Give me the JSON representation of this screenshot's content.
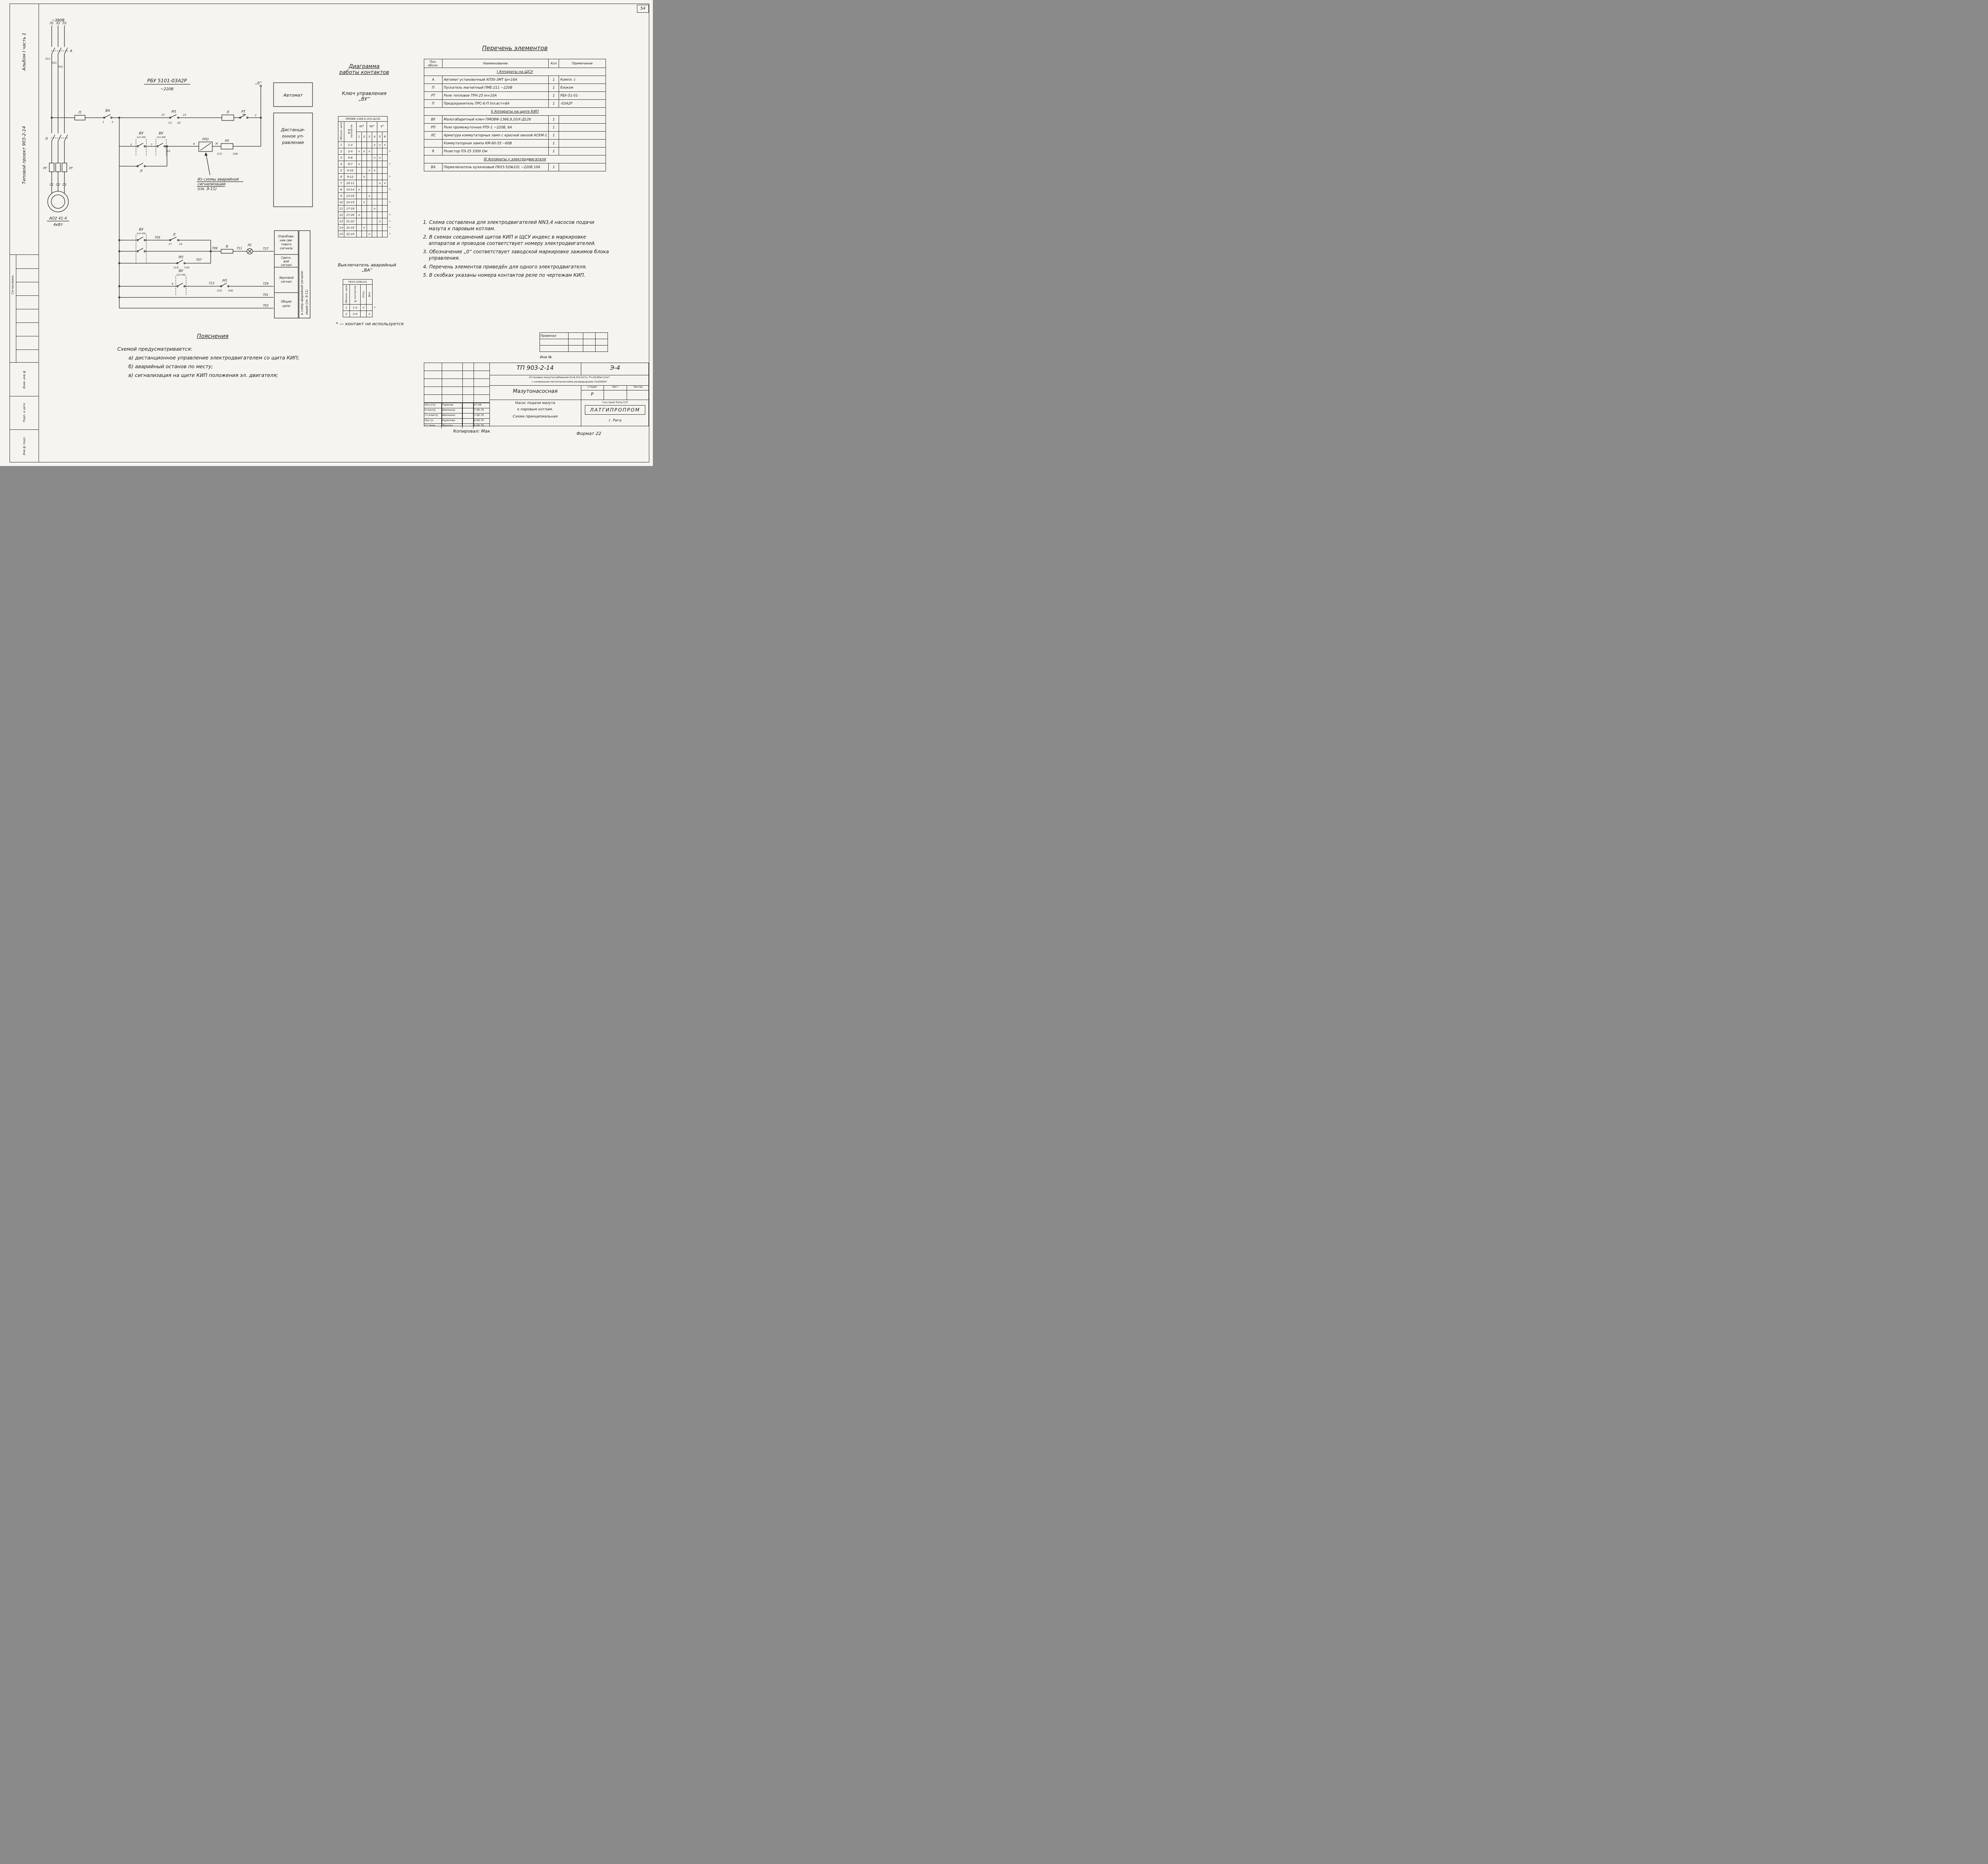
{
  "page": {
    "sheet_number": "54",
    "format_note": "Формат 22",
    "copied_by": "Копировал: Мак"
  },
  "sidebar": {
    "album": "Альбом I часть 1",
    "project": "Типовой проект 903-2-14",
    "agreed": "Согласовано:",
    "frame_labels": [
      "Взам. инв.№",
      "Подп. и дата",
      "Инв.№ подл."
    ]
  },
  "power": {
    "voltage": "~380В",
    "phases": [
      "Л1",
      "Л2",
      "Л3"
    ],
    "breaker": "А",
    "wire_labels": [
      "Л11",
      "Л21",
      "Л31"
    ],
    "contactor": "Л",
    "thermal": "РТ",
    "terminals": [
      "С1",
      "С2",
      "С3"
    ],
    "motor_type": "АО2 41-4",
    "motor_power": "4кВт"
  },
  "control": {
    "block": "РБУ 5101-03А2Р",
    "voltage": "~220В",
    "zero": "„0“",
    "fuse": "П",
    "va": "ВА",
    "va_t1": "1",
    "va_t2": "2",
    "rp": "РП",
    "rp_c1": "(1)",
    "rp_c2": "(2)",
    "w15": "15",
    "coil": "Л",
    "rt": "РТ",
    "n2": "2",
    "vu": "ВУ",
    "vu_contacts": "123 456",
    "n5": "5",
    "n7": "7",
    "n9": "9",
    "n12": "12",
    "rpo": "РПО",
    "h": "Н",
    "rp2": "РП",
    "c17": "(17)",
    "c18": "(18)",
    "aux": "Л",
    "from_alarm1": "Из схемы аварийной",
    "from_alarm2": "сигнализации",
    "from_alarm3": "(см. Э-11)",
    "box_auto": "Автомат",
    "box_remote1": "Дистанци-",
    "box_remote2": "онное уп-",
    "box_remote3": "равление"
  },
  "signals": {
    "vu": "ВУ",
    "vu_contacts": "123 456",
    "l": "Л",
    "n17": "17",
    "n19": "19",
    "r": "R",
    "ls": "ЛС",
    "rp": "РП",
    "c13": "(13)",
    "c14": "(14)",
    "c15": "(15)",
    "c16": "(16)",
    "n9": "9",
    "w705": "705",
    "w707": "707",
    "w709": "709",
    "w711": "711",
    "w713": "713",
    "w727": "727",
    "w729": "729",
    "w701": "701",
    "w703": "703",
    "box1": [
      "Опробова-",
      "ние све-",
      "тового",
      "сигнала"
    ],
    "box2": [
      "Свето-",
      "вой",
      "сигнал"
    ],
    "box3": [
      "Звуковой",
      "сигнал"
    ],
    "box4": [
      "Общие",
      "цепи"
    ],
    "to_alarm1": "в схему аварийной сигнали-",
    "to_alarm2": "зации (см. Э-11)"
  },
  "contact_diagram": {
    "title1": "Диаграмма",
    "title2": "работы контактов",
    "key_label": "Ключ управления",
    "key_name": "„ВУ“",
    "table": {
      "model": "ПМОВФ-1366,9,10/Х-Д126",
      "col_circuit": "Обознач. цепи",
      "col_contacts": "№№ контактов",
      "positions": [
        "45°",
        "90°",
        "0°"
      ],
      "cols": [
        "1",
        "2",
        "3",
        "4",
        "5",
        "6"
      ],
      "rows": [
        {
          "n": "1",
          "pair": "1-3",
          "marks": [
            "",
            "",
            "",
            "×",
            "×",
            "×"
          ],
          "star": ""
        },
        {
          "n": "2",
          "pair": "2-4",
          "marks": [
            "×",
            "×",
            "×",
            "",
            "",
            ""
          ],
          "star": "*"
        },
        {
          "n": "3",
          "pair": "5-8",
          "marks": [
            "",
            "",
            "",
            "×",
            "×",
            ""
          ],
          "star": ""
        },
        {
          "n": "4",
          "pair": "6-7",
          "marks": [
            "×",
            "",
            "",
            "",
            "",
            ""
          ],
          "star": "*"
        },
        {
          "n": "5",
          "pair": "9-10",
          "marks": [
            "",
            "",
            "×",
            "×",
            "",
            ""
          ],
          "star": ""
        },
        {
          "n": "6",
          "pair": "9-12",
          "marks": [
            "",
            "×",
            "",
            "",
            "",
            ""
          ],
          "star": "*"
        },
        {
          "n": "7",
          "pair": "10-11",
          "marks": [
            "",
            "",
            "",
            "",
            "×",
            "×"
          ],
          "star": ""
        },
        {
          "n": "8",
          "pair": "13-14",
          "marks": [
            "×",
            "",
            "",
            "",
            "",
            ""
          ],
          "star": "*"
        },
        {
          "n": "9",
          "pair": "13-16",
          "marks": [
            "",
            "",
            "×",
            "",
            "",
            ""
          ],
          "star": ""
        },
        {
          "n": "10",
          "pair": "14-15",
          "marks": [
            "",
            "×",
            "",
            "",
            "",
            ""
          ],
          "star": "*"
        },
        {
          "n": "11",
          "pair": "17-19",
          "marks": [
            "",
            "",
            "",
            "×",
            "",
            ""
          ],
          "star": ""
        },
        {
          "n": "12",
          "pair": "17-20",
          "marks": [
            "×",
            "",
            "",
            "",
            "",
            ""
          ],
          "star": "*"
        },
        {
          "n": "13",
          "pair": "21-22",
          "marks": [
            "",
            "",
            "",
            "",
            "×",
            ""
          ],
          "star": "*"
        },
        {
          "n": "14",
          "pair": "21-23",
          "marks": [
            "",
            "×",
            "",
            "",
            "",
            ""
          ],
          "star": "*"
        },
        {
          "n": "15",
          "pair": "22-24",
          "marks": [
            "",
            "",
            "×",
            "",
            "",
            ""
          ],
          "star": "*"
        }
      ]
    }
  },
  "emergency_switch": {
    "title1": "Выключатель аварийный",
    "title2": "„ВА“",
    "model": "ПКУ3-52№101",
    "col_circuit": "Обознач. цепи",
    "col_contacts": "№ контактов",
    "positions": [
      "Откл.",
      "Вкл."
    ],
    "rows": [
      {
        "n": "1",
        "pair": "1-2",
        "marks": [
          "×",
          ""
        ],
        "star": "*"
      },
      {
        "n": "2",
        "pair": "3-4",
        "marks": [
          "",
          "×"
        ],
        "star": ""
      }
    ]
  },
  "footnote": "* — контакт не используется",
  "elements": {
    "title": "Перечень элементов",
    "headers": [
      "Поз. обозн.",
      "Наименование",
      "Кол",
      "Примечание"
    ],
    "sections": [
      {
        "title": "I Аппараты на ЩСУ",
        "rows": [
          {
            "pos": "А",
            "name": "Автомат установочный АП50-3МТ Iр=16А",
            "qty": "1",
            "note": "Компл. с"
          },
          {
            "pos": "П",
            "name": "Пускатель магнитный ПМЕ-211 ~220В",
            "qty": "1",
            "note": "блоком"
          },
          {
            "pos": "РТ",
            "name": "Реле тепловое ТРН-25 Iн=10А",
            "qty": "1",
            "note": "РБУ-51-01-"
          },
          {
            "pos": "П",
            "name": "Предохранитель ПРС-6-П Iпл.вст=6А",
            "qty": "1",
            "note": "-03А2Р"
          }
        ]
      },
      {
        "title": "II Аппараты на щите КИП",
        "rows": [
          {
            "pos": "ВУ",
            "name": "Малогабаритный ключ ПМОВФ-1366,9,10/Х-Д126",
            "qty": "1",
            "note": ""
          },
          {
            "pos": "РП",
            "name": "Реле промежуточное РПУ-1 ~220В, 6А",
            "qty": "1",
            "note": ""
          },
          {
            "pos": "ЛС",
            "name": "Арматура коммутаторных ламп с красной линзой АСКМ-1",
            "qty": "1",
            "note": ""
          },
          {
            "pos": "",
            "name": "Коммутаторная лампа КМ-60-55 ~60В",
            "qty": "1",
            "note": ""
          },
          {
            "pos": "R",
            "name": "Резистор ПЭ-25 3300 Ом",
            "qty": "1",
            "note": ""
          }
        ]
      },
      {
        "title": "III Аппараты у электродвигателя",
        "rows": [
          {
            "pos": "ВА",
            "name": "Переключатель кулачковый ПКУ3-52№101 ~220В 10А",
            "qty": "1",
            "note": ""
          }
        ]
      }
    ]
  },
  "notes": [
    "1. Схема составлена для электродвигателей NN3,4 насосов подачи мазута к паровым котлам.",
    "2. В схемах соединений щитов КИП и ЩСУ индекс в маркировке аппаратов и проводов соответствует номеру электродвигателей.",
    "3. Обозначение „0“ соответствует заводской маркировке зажимов блока управления.",
    "4. Перечень элементов приведён для одного электродвигателя.",
    "5. В скобках указаны номера контактов реле по чертежам КИП."
  ],
  "explanations": {
    "title": "Пояснения",
    "intro": "Схемой предусматривается:",
    "items": [
      "а) дистанционное управление электродвигателем со щита КИП;",
      "б) аварийный останов по месту;",
      "в) сигнализация на щите КИП положения эл. двигателя;"
    ]
  },
  "titleblock": {
    "doc_number": "ТП 903-2-14",
    "sheet_code": "Э-4",
    "desc1": "Установка мазутоснабжения Q=6,5/11м³/ч; Р=25/40кгс/см²",
    "desc2": "с наземными металлическими резервуарами 2х2000м³",
    "object": "Мазутонасосная",
    "subtitle1": "Насос подачи мазута",
    "subtitle2": "к паровым котлам.",
    "subtitle3": "Схема принципиальная",
    "stage_label": "Стадия",
    "sheet_label": "Лист",
    "sheets_label": "Листов",
    "stage": "Р",
    "org_small": "Госстрой Латв.ССР",
    "org": "ЛАТГИПРОПРОМ",
    "city": "г. Рига",
    "attach_label": "Привязал",
    "inv_label": "Инв №",
    "signatures": [
      {
        "role": "Нач.отд",
        "name": "Терехов",
        "date": "07.08"
      },
      {
        "role": "Н.контр.",
        "name": "Викманис",
        "date": "7.08.79"
      },
      {
        "role": "Гл.электр",
        "name": "Викманис",
        "date": "7.08.79"
      },
      {
        "role": "Рук.гр.",
        "name": "Курилова",
        "date": "6.08.79"
      },
      {
        "role": "Ст.техн",
        "name": "Жукова",
        "date": "6.08.79"
      }
    ]
  }
}
